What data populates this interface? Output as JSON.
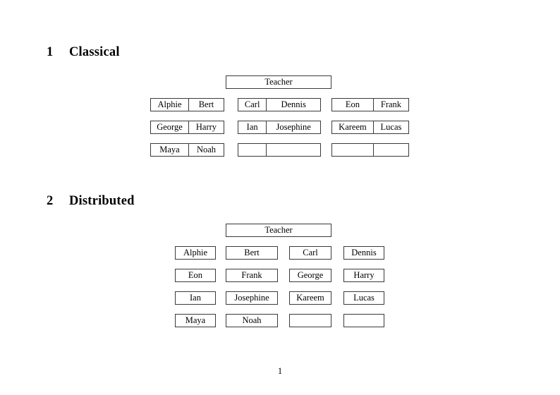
{
  "document": {
    "page_number": "1",
    "teacher_label": "Teacher"
  },
  "sections": [
    {
      "number": "1",
      "title": "Classical",
      "layout": "paired-groups",
      "teacher": "Teacher",
      "groups": [
        {
          "column": 1,
          "rows": [
            {
              "left": "Alphie",
              "right": "Bert"
            },
            {
              "left": "George",
              "right": "Harry"
            },
            {
              "left": "Maya",
              "right": "Noah"
            }
          ]
        },
        {
          "column": 2,
          "rows": [
            {
              "left": "Carl",
              "right": "Dennis"
            },
            {
              "left": "Ian",
              "right": "Josephine"
            },
            {
              "left": "",
              "right": ""
            }
          ]
        },
        {
          "column": 3,
          "rows": [
            {
              "left": "Eon",
              "right": "Frank"
            },
            {
              "left": "Kareem",
              "right": "Lucas"
            },
            {
              "left": "",
              "right": ""
            }
          ]
        }
      ]
    },
    {
      "number": "2",
      "title": "Distributed",
      "layout": "single-boxes",
      "teacher": "Teacher",
      "grid": [
        [
          "Alphie",
          "Bert",
          "Carl",
          "Dennis"
        ],
        [
          "Eon",
          "Frank",
          "George",
          "Harry"
        ],
        [
          "Ian",
          "Josephine",
          "Kareem",
          "Lucas"
        ],
        [
          "Maya",
          "Noah",
          "",
          ""
        ]
      ]
    }
  ],
  "colors": {
    "page_background": "#ffffff",
    "text": "#000000",
    "box_border": "#3a3a3a"
  }
}
